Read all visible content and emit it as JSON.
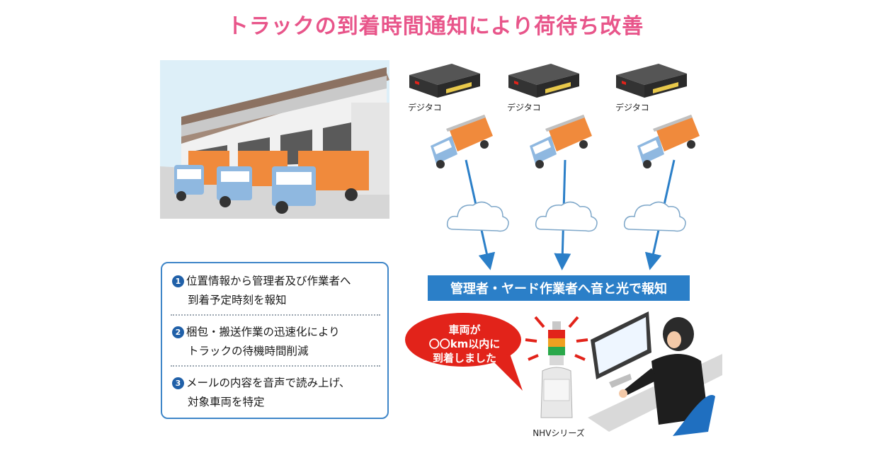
{
  "title": "トラックの到着時間通知により荷待ち改善",
  "devices": [
    {
      "label": "デジタコ"
    },
    {
      "label": "デジタコ"
    },
    {
      "label": "デジタコ"
    }
  ],
  "notify_banner": "管理者・ヤード作業者へ音と光で報知",
  "steps": [
    {
      "num": "1",
      "line1": "位置情報から管理者及び作業者へ",
      "line2": "到着予定時刻を報知"
    },
    {
      "num": "2",
      "line1": "梱包・搬送作業の迅速化により",
      "line2": "トラックの待機時間削減"
    },
    {
      "num": "3",
      "line1": "メールの内容を音声で読み上げ、",
      "line2": "対象車両を特定"
    }
  ],
  "bubble": {
    "line1": "車両が",
    "line2": "〇〇km以内に",
    "line3": "到着しました"
  },
  "product_label": "NHVシリーズ",
  "colors": {
    "title": "#e8558a",
    "accent_blue": "#2b7fc8",
    "box_border": "#3f86c8",
    "bubble_red": "#e2231a",
    "truck_cargo": "#f08a3c",
    "truck_cab": "#8fb8e0"
  }
}
